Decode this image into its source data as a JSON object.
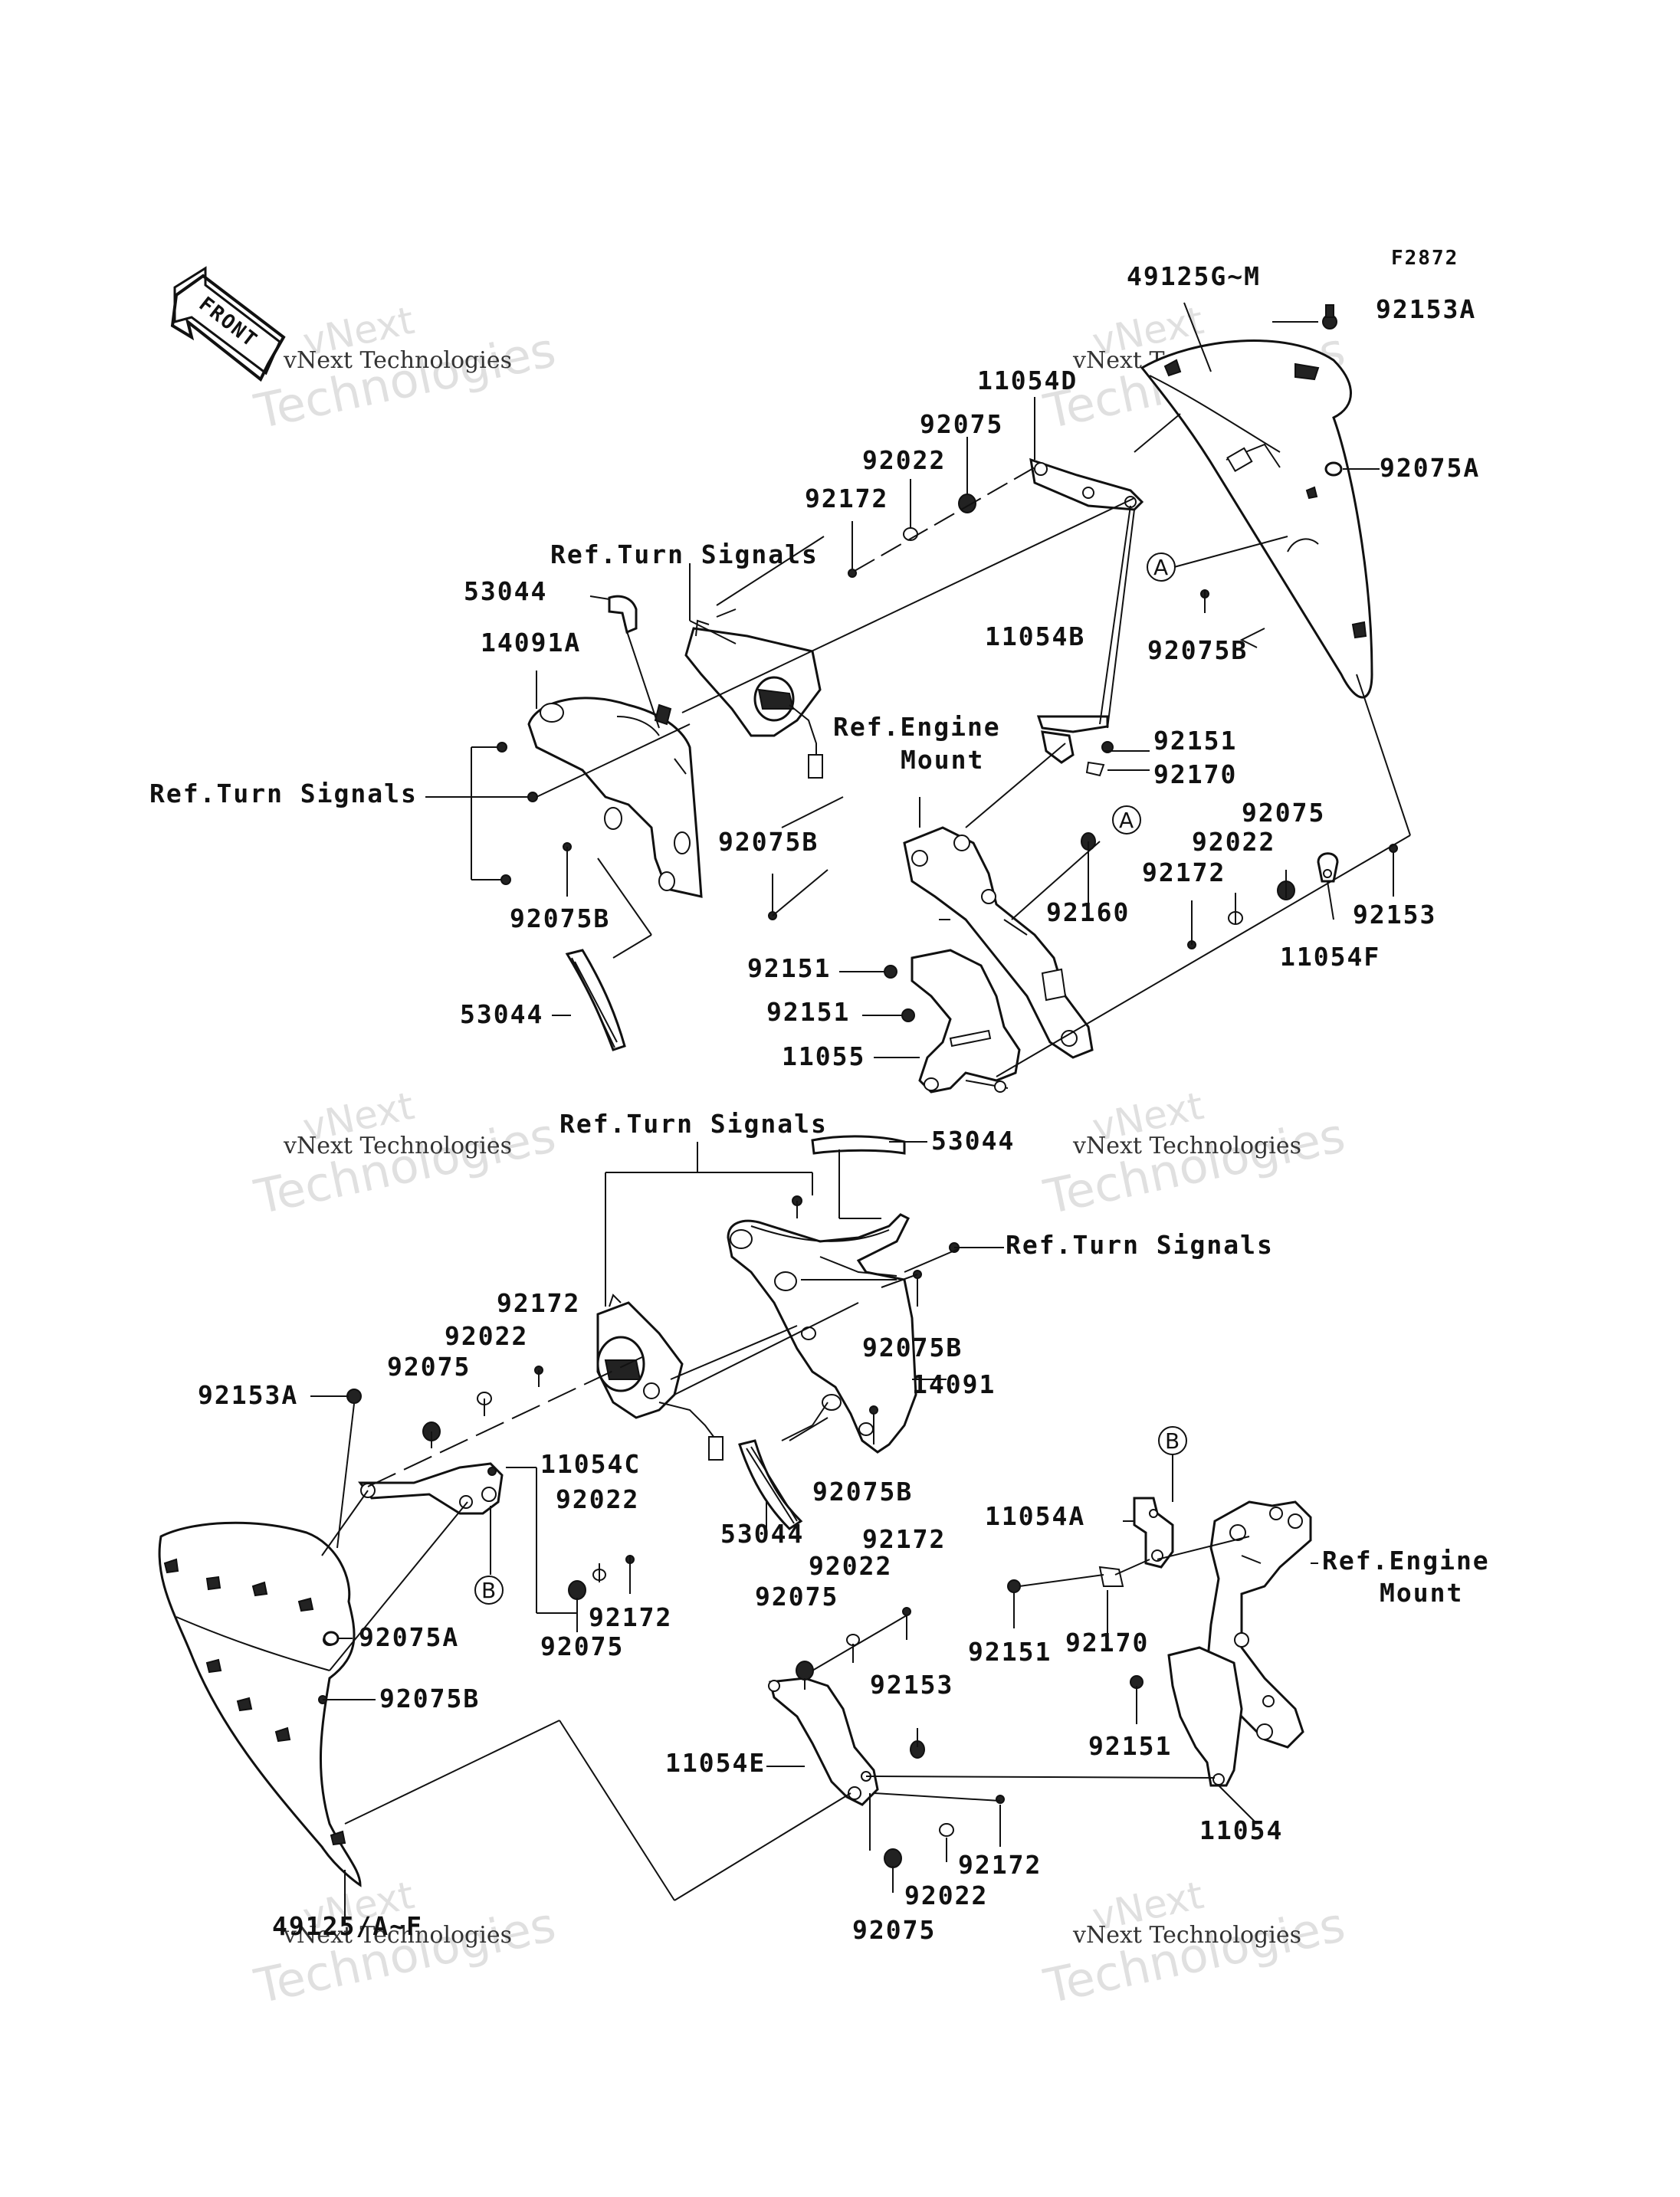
{
  "figure_code": "F2872",
  "front_label": "FRONT",
  "watermark": {
    "line1": "vNext",
    "line2": "vNext Technologies",
    "line3": "Technologies"
  },
  "callouts": {
    "top": {
      "p49125GM": "49125G~M",
      "p92153A": "92153A",
      "p11054D": "11054D",
      "p92075": "92075",
      "p92022": "92022",
      "p92172": "92172",
      "p92075A": "92075A",
      "ref_turn_signals_1": "Ref.Turn Signals",
      "p53044_a": "53044",
      "p14091A": "14091A",
      "ref_turn_signals_2": "Ref.Turn Signals",
      "p92075B_a": "92075B",
      "p92075B_b": "92075B",
      "p92075B_c": "92075B",
      "p53044_b": "53044",
      "p11054B": "11054B",
      "ref_engine_mount": "Ref.Engine",
      "ref_engine_mount_2": "Mount",
      "p92151_a": "92151",
      "p92170": "92170",
      "p92075_b": "92075",
      "p92022_b": "92022",
      "p92172_b": "92172",
      "p92160": "92160",
      "p92153": "92153",
      "p11054F": "11054F",
      "p92151_b": "92151",
      "p92151_c": "92151",
      "p11055": "11055",
      "marker_a1": "A",
      "marker_a2": "A"
    },
    "bottom": {
      "ref_turn_signals_1": "Ref.Turn Signals",
      "p53044_a": "53044",
      "ref_turn_signals_2": "Ref.Turn Signals",
      "p92172": "92172",
      "p92022": "92022",
      "p92075": "92075",
      "p92153A": "92153A",
      "p92075B_a": "92075B",
      "p14091": "14091",
      "p92075B_b": "92075B",
      "p53044_b": "53044",
      "p11054C": "11054C",
      "p92022_b": "92022",
      "p92172_b": "92172",
      "p92075_b": "92075",
      "p92075A": "92075A",
      "p92075B_c": "92075B",
      "p49125AF": "49125/A~F",
      "p11054A": "11054A",
      "ref_engine_mount": "Ref.Engine",
      "ref_engine_mount_2": "Mount",
      "p92172_c": "92172",
      "p92022_c": "92022",
      "p92075_c": "92075",
      "p92151_a": "92151",
      "p92170": "92170",
      "p92153": "92153",
      "p11054E": "11054E",
      "p92151_b": "92151",
      "p11054": "11054",
      "p92172_d": "92172",
      "p92022_d": "92022",
      "p92075_d": "92075",
      "marker_b1": "B",
      "marker_b2": "B"
    }
  }
}
